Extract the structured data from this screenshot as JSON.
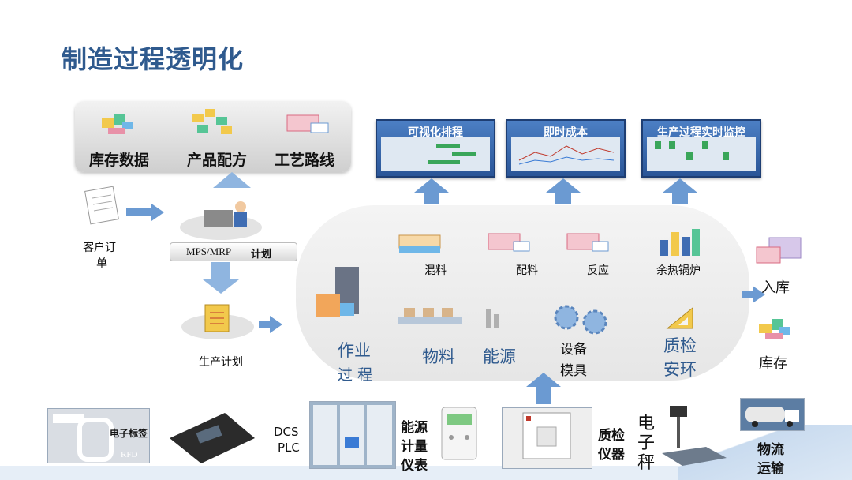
{
  "title": "制造过程透明化",
  "data_panel": {
    "items": [
      "库存数据",
      "产品配方",
      "工艺路线"
    ]
  },
  "order": {
    "label_line1": "客户订",
    "label_line2": "单"
  },
  "plan_bar": {
    "label_left": "MPS/MRP",
    "label_right": "计划"
  },
  "production_plan": "生产计划",
  "screens": [
    "可视化排程",
    "即时成本",
    "生产过程实时监控"
  ],
  "process": {
    "steps": [
      "混料",
      "配料",
      "反应",
      "余热锅炉"
    ],
    "work_process": {
      "line1": "作业",
      "line2": "过 程"
    },
    "material": "物料",
    "energy": "能源",
    "equipment": {
      "line1": "设备",
      "line2": "模具"
    },
    "quality": {
      "line1": "质检",
      "line2": "安环"
    }
  },
  "right": {
    "inbound": "入库",
    "inventory": "库存"
  },
  "bottom": {
    "rfid_tag": "电子标签",
    "rfd": "RFD",
    "dcs": "DCS",
    "plc": "PLC",
    "energy_meter": {
      "line1": "能源",
      "line2": "计量",
      "line3": "仪表"
    },
    "qc_instrument": {
      "line1": "质检",
      "line2": "仪器"
    },
    "scale": {
      "line1": "电",
      "line2": "子",
      "line3": "秤"
    },
    "logistics": {
      "line1": "物流",
      "line2": "运输"
    }
  }
}
